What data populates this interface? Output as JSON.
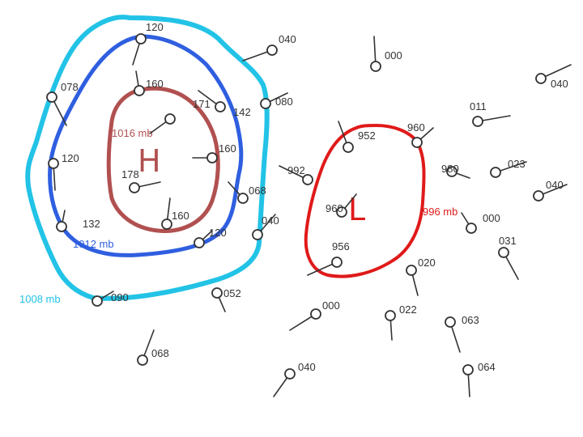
{
  "colors": {
    "isobar_1008": "#22c3e6",
    "isobar_1012": "#2f5fe0",
    "isobar_1016": "#b15050",
    "isobar_996": "#e01a1a",
    "station": "#333333",
    "background": "#ffffff"
  },
  "isobars": [
    {
      "value": "1008",
      "label": "1008 mb"
    },
    {
      "value": "1012",
      "label": "1012 mb"
    },
    {
      "value": "1016",
      "label": "1016 mb"
    },
    {
      "value": "996",
      "label": "996 mb"
    }
  ],
  "pressure_centers": [
    {
      "type": "high",
      "letter": "H"
    },
    {
      "type": "low",
      "letter": "L"
    }
  ],
  "stations": [
    {
      "id": "s01",
      "code": "120"
    },
    {
      "id": "s02",
      "code": "040"
    },
    {
      "id": "s03",
      "code": "000"
    },
    {
      "id": "s04",
      "code": "040"
    },
    {
      "id": "s05",
      "code": "078"
    },
    {
      "id": "s06",
      "code": "160"
    },
    {
      "id": "s07",
      "code": "171"
    },
    {
      "id": "s08",
      "code": "142"
    },
    {
      "id": "s09",
      "code": "080"
    },
    {
      "id": "s10",
      "code": "011"
    },
    {
      "id": "s11",
      "code": "960"
    },
    {
      "id": "s12",
      "code": "952"
    },
    {
      "id": "s13",
      "code": "120"
    },
    {
      "id": "s14",
      "code": "160"
    },
    {
      "id": "s15",
      "code": "178"
    },
    {
      "id": "s16",
      "code": "992"
    },
    {
      "id": "s17",
      "code": "980"
    },
    {
      "id": "s18",
      "code": "023"
    },
    {
      "id": "s19",
      "code": "040"
    },
    {
      "id": "s20",
      "code": "068"
    },
    {
      "id": "s21",
      "code": "960"
    },
    {
      "id": "s22",
      "code": "160"
    },
    {
      "id": "s23",
      "code": "000"
    },
    {
      "id": "s24",
      "code": "132"
    },
    {
      "id": "s25",
      "code": "040"
    },
    {
      "id": "s26",
      "code": "120"
    },
    {
      "id": "s27",
      "code": "031"
    },
    {
      "id": "s28",
      "code": "956"
    },
    {
      "id": "s29",
      "code": "020"
    },
    {
      "id": "s30",
      "code": "090"
    },
    {
      "id": "s31",
      "code": "052"
    },
    {
      "id": "s32",
      "code": "000"
    },
    {
      "id": "s33",
      "code": "022"
    },
    {
      "id": "s34",
      "code": "063"
    },
    {
      "id": "s35",
      "code": "068"
    },
    {
      "id": "s36",
      "code": "040"
    },
    {
      "id": "s37",
      "code": "064"
    }
  ]
}
